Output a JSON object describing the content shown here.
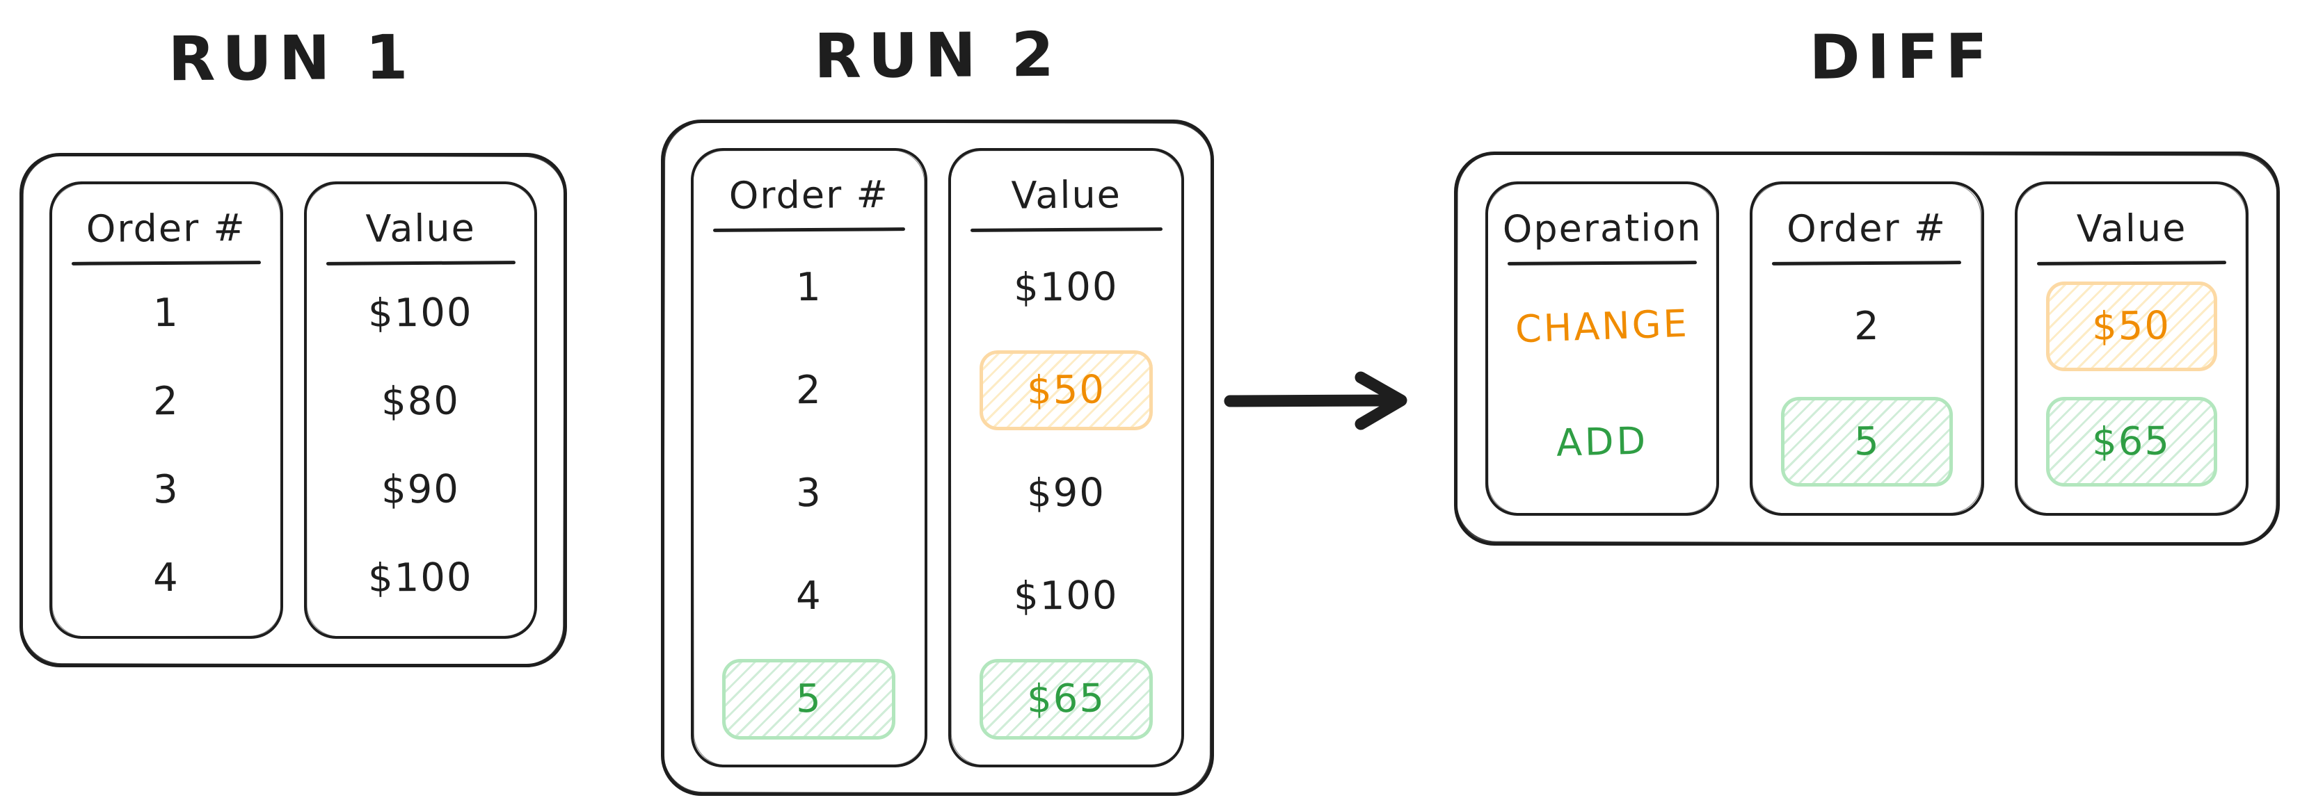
{
  "run1": {
    "title": "RUN 1",
    "columns": [
      {
        "header": "Order #",
        "cells": [
          {
            "text": "1"
          },
          {
            "text": "2"
          },
          {
            "text": "3"
          },
          {
            "text": "4"
          }
        ]
      },
      {
        "header": "Value",
        "cells": [
          {
            "text": "$100"
          },
          {
            "text": "$80"
          },
          {
            "text": "$90"
          },
          {
            "text": "$100"
          }
        ]
      }
    ]
  },
  "run2": {
    "title": "RUN 2",
    "columns": [
      {
        "header": "Order #",
        "cells": [
          {
            "text": "1"
          },
          {
            "text": "2"
          },
          {
            "text": "3"
          },
          {
            "text": "4"
          },
          {
            "text": "5",
            "highlight": "green"
          }
        ]
      },
      {
        "header": "Value",
        "cells": [
          {
            "text": "$100"
          },
          {
            "text": "$50",
            "highlight": "orange"
          },
          {
            "text": "$90"
          },
          {
            "text": "$100"
          },
          {
            "text": "$65",
            "highlight": "green"
          }
        ]
      }
    ]
  },
  "diff": {
    "title": "DIFF",
    "columns": [
      {
        "header": "Operation",
        "cells": [
          {
            "text": "CHANGE",
            "color": "orange"
          },
          {
            "text": "ADD",
            "color": "green"
          }
        ]
      },
      {
        "header": "Order #",
        "cells": [
          {
            "text": "2"
          },
          {
            "text": "5",
            "highlight": "green"
          }
        ]
      },
      {
        "header": "Value",
        "cells": [
          {
            "text": "$50",
            "highlight": "orange",
            "color": "orange"
          },
          {
            "text": "$65",
            "highlight": "green",
            "color": "green"
          }
        ]
      }
    ]
  },
  "arrow": {
    "direction": "right"
  },
  "colors": {
    "stroke": "#1e1e1e",
    "orange_text": "#f08c00",
    "green_text": "#2f9e44",
    "orange_highlight_border": "#fcd9a4",
    "green_highlight_border": "#b2e6bd",
    "background": "#ffffff"
  }
}
